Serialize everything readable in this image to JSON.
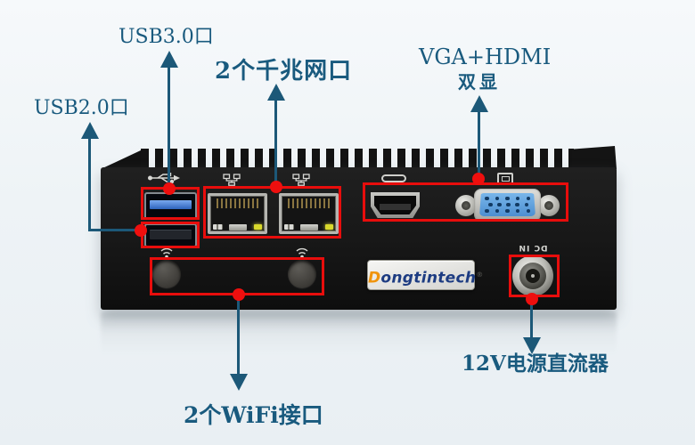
{
  "annotations": {
    "usb3": {
      "label": "USB3.0口"
    },
    "usb2": {
      "label": "USB2.0口"
    },
    "lan": {
      "label": "2个千兆网口"
    },
    "display": {
      "line1": "VGA+HDMI",
      "line2": "双显"
    },
    "power": {
      "label": "12V电源直流器"
    },
    "wifi": {
      "label": "2个WiFi接口"
    }
  },
  "device": {
    "brand_d": "D",
    "brand_rest": "ongtintech",
    "brand_reg": "®",
    "dc_in_label": "DC IN"
  },
  "icons": {
    "usb": "usb-trident-icon",
    "lan": "ethernet-network-icon",
    "hdmi": "hdmi-outline-icon",
    "vga": "monitor-icon",
    "wifi": "wifi-antenna-icon"
  },
  "colors": {
    "label_text": "#195a7e",
    "arrow": "#1c5878",
    "highlight_red": "#e80d0c",
    "usb3_blue": "#3f74cf",
    "vga_blue": "#5fa0dc",
    "background_top": "#f6f9fb",
    "background_bottom": "#e9eff3"
  }
}
